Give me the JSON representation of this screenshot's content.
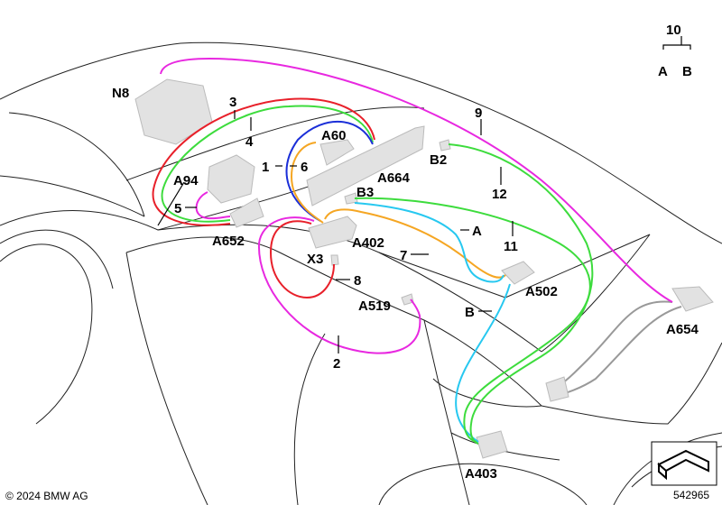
{
  "labels": {
    "N8": "N8",
    "n3": "3",
    "n4": "4",
    "A60": "A60",
    "n1": "1",
    "n6": "6",
    "A664": "A664",
    "n9": "9",
    "B2": "B2",
    "n12": "12",
    "A94": "A94",
    "n5": "5",
    "B3": "B3",
    "A652": "A652",
    "A": "A",
    "n11": "11",
    "A402": "A402",
    "X3": "X3",
    "n7": "7",
    "n8": "8",
    "A502": "A502",
    "A519": "A519",
    "B": "B",
    "A654": "A654",
    "n2": "2",
    "A403": "A403",
    "n10": "10",
    "legendA": "A",
    "legendB": "B"
  },
  "footer": {
    "copyright": "© 2024 BMW AG",
    "diagram_number": "542965"
  },
  "wire_colors": {
    "red": "#e8202a",
    "green": "#3ddc3d",
    "blue": "#1b2fd8",
    "orange": "#f5a623",
    "magenta": "#e828e0",
    "cyan": "#27c8f0"
  }
}
